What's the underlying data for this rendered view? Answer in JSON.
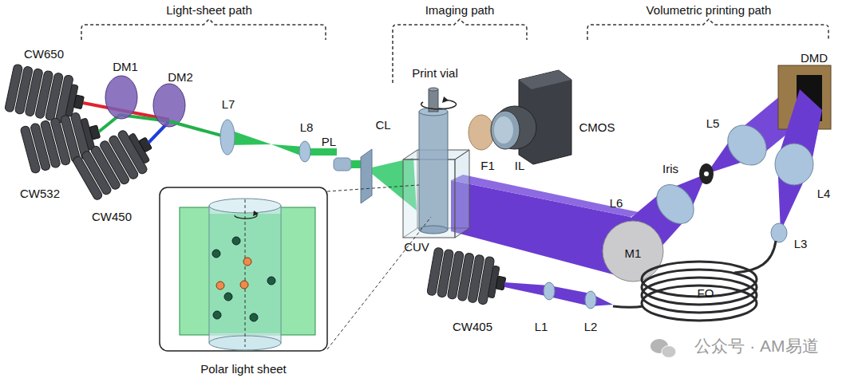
{
  "diagram": {
    "nodes": [
      {
        "text": [
          "Polar light sheet"
        ]
      }
    ],
    "labels": [
      "Light-sheet path",
      "Imaging path",
      "Volumetric printing path",
      "CW650",
      "DM1",
      "DM2",
      "L7",
      "L8",
      "PL",
      "CL",
      "Print vial",
      "CMOS",
      "F1",
      "IL",
      "DMD",
      "L5",
      "Iris",
      "L4",
      "L6",
      "CW532",
      "CW450",
      "CUV",
      "M1",
      "L3",
      "FO",
      "CW405",
      "L1",
      "L2",
      "公众号 · AM易道"
    ]
  }
}
